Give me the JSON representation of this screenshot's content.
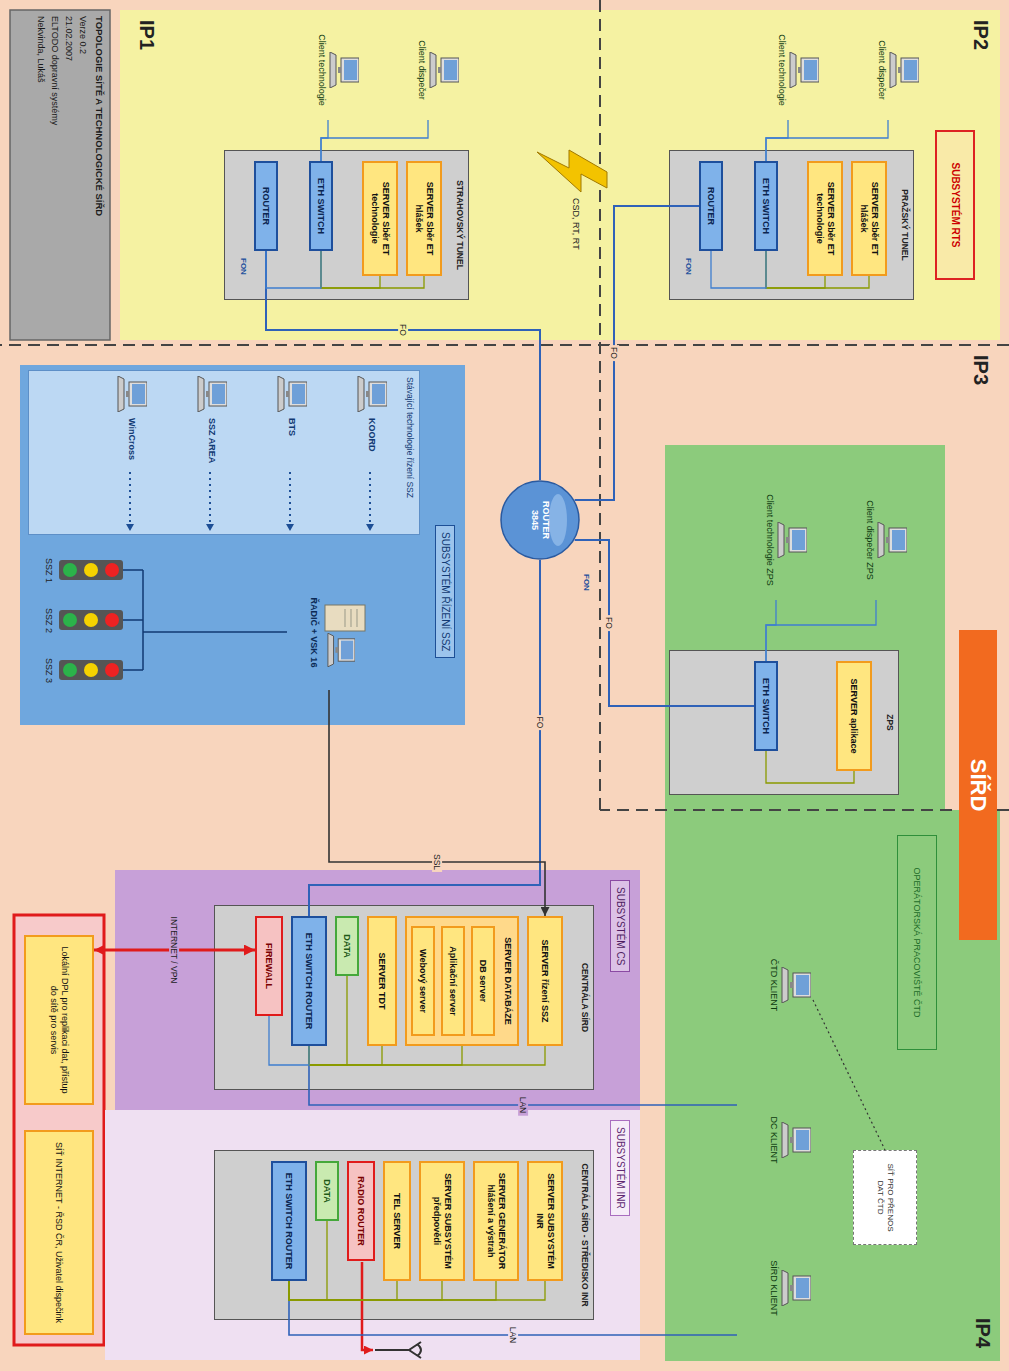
{
  "diagram": {
    "nodes": [
      {
        "text": [
          "SUBSYSTÉM RTS"
        ]
      },
      {
        "text": [
          "PRAŽSKÝ TUNEL"
        ]
      },
      {
        "text": [
          "SERVER Sběr ET hlášek"
        ],
        "in": 1
      },
      {
        "text": [
          "SERVER Sběr ET technologie"
        ],
        "in": 1
      },
      {
        "text": [
          "ETH SWITCH"
        ],
        "in": 1
      },
      {
        "text": [
          "ROUTER"
        ],
        "in": 1
      },
      {
        "text": [
          "Client dispečer"
        ]
      },
      {
        "text": [
          "Client technologie"
        ]
      },
      {
        "text": [
          "STRAHOVSKÝ TUNEL"
        ]
      },
      {
        "text": [
          "SERVER Sběr ET hlášek"
        ],
        "in": 8
      },
      {
        "text": [
          "SERVER Sběr ET technologie"
        ],
        "in": 8
      },
      {
        "text": [
          "ETH SWITCH"
        ],
        "in": 8
      },
      {
        "text": [
          "ROUTER"
        ],
        "in": 8
      },
      {
        "text": [
          "Client dispečer"
        ]
      },
      {
        "text": [
          "Client technologie"
        ]
      },
      {
        "text": [
          "ROUTER 3845"
        ]
      },
      {
        "text": [
          "SÍŘD"
        ]
      },
      {
        "text": [
          "ZPS"
        ]
      },
      {
        "text": [
          "SERVER aplikace"
        ],
        "in": 17
      },
      {
        "text": [
          "ETH SWITCH"
        ],
        "in": 17
      },
      {
        "text": [
          "Client dispečer ZPS"
        ]
      },
      {
        "text": [
          "Client technologie ZPS"
        ]
      },
      {
        "text": [
          "OPERÁTORSKÁ PRACOVIŠTĚ ČTD"
        ]
      },
      {
        "text": [
          "ČTD KLIENT"
        ]
      },
      {
        "text": [
          "SÍŤ PRO PŘENOS DAT ČTD"
        ]
      },
      {
        "text": [
          "DC KLIENT"
        ]
      },
      {
        "text": [
          "SÍRD KLIENT"
        ]
      },
      {
        "text": [
          "SUBSYSTÉM ŘÍZENÍ SSZ"
        ]
      },
      {
        "text": [
          "Stávající technologie řízení SSZ"
        ],
        "in": 27
      },
      {
        "text": [
          "ŘADIČ + VSK 16"
        ],
        "in": 27
      },
      {
        "text": [
          "SUBSYSTÉM CS"
        ]
      },
      {
        "text": [
          "CENTRÁLA SÍRD"
        ],
        "in": 30
      },
      {
        "text": [
          "SERVER řízení SSZ"
        ],
        "in": 31
      },
      {
        "text": [
          "SERVER DATABÁZE"
        ],
        "in": 31
      },
      {
        "text": [
          "DB server"
        ],
        "in": 33
      },
      {
        "text": [
          "Aplikační server"
        ],
        "in": 33
      },
      {
        "text": [
          "Webový server"
        ],
        "in": 33
      },
      {
        "text": [
          "SERVER TDT"
        ],
        "in": 31
      },
      {
        "text": [
          "DATA"
        ],
        "in": 31
      },
      {
        "text": [
          "ETH SWITCH ROUTER"
        ],
        "in": 31
      },
      {
        "text": [
          "FIREWALL"
        ],
        "in": 31
      },
      {
        "text": [
          "SUBSYSTÉM INR"
        ]
      },
      {
        "text": [
          "CENTRÁLA SÍRD - STŘEDISKO INR"
        ],
        "in": 41
      },
      {
        "text": [
          "SERVER SUBSYSTÉM INR"
        ],
        "in": 42
      },
      {
        "text": [
          "SERVER GENERÁTOR hlášení a výstrah"
        ],
        "in": 42
      },
      {
        "text": [
          "SERVER SUBSYSTÉM předpovědi"
        ],
        "in": 42
      },
      {
        "text": [
          "TEL SERVER"
        ],
        "in": 42
      },
      {
        "text": [
          "RADIO ROUTER"
        ],
        "in": 42
      },
      {
        "text": [
          "DATA"
        ],
        "in": 42
      },
      {
        "text": [
          "ETH SWITCH ROUTER"
        ],
        "in": 42
      },
      {
        "text": [
          "Lokální DPL pro replikaci dat, přístup do sítě pro servis"
        ]
      },
      {
        "text": [
          "SÍŤ INTERNET - ŘSD ČR, Uživatel dispečink"
        ]
      }
    ],
    "edges": [
      {
        "from": 5,
        "to": 15,
        "label": "FO",
        "arrow": "none"
      },
      {
        "from": 12,
        "to": 15,
        "label": "FO",
        "arrow": "none"
      },
      {
        "from": 19,
        "to": 15,
        "label": "FO",
        "arrow": "none"
      },
      {
        "from": 15,
        "to": 39,
        "label": "FO",
        "arrow": "none"
      },
      {
        "from": 29,
        "to": 32,
        "label": "SSL",
        "arrow": "to"
      },
      {
        "from": 25,
        "to": 39,
        "label": "LAN",
        "arrow": "none"
      },
      {
        "from": 26,
        "to": 49,
        "label": "LAN",
        "arrow": "none"
      },
      {
        "from": 50,
        "to": 40,
        "label": "INTERNET / VPN",
        "arrow": "both"
      },
      {
        "from": 6,
        "to": 4,
        "arrow": "none"
      },
      {
        "from": 7,
        "to": 4,
        "arrow": "none"
      },
      {
        "from": 2,
        "to": 4,
        "arrow": "none"
      },
      {
        "from": 3,
        "to": 4,
        "arrow": "none"
      },
      {
        "from": 4,
        "to": 5,
        "arrow": "none"
      },
      {
        "from": 13,
        "to": 11,
        "arrow": "none"
      },
      {
        "from": 14,
        "to": 11,
        "arrow": "none"
      },
      {
        "from": 9,
        "to": 11,
        "arrow": "none"
      },
      {
        "from": 10,
        "to": 11,
        "arrow": "none"
      },
      {
        "from": 11,
        "to": 12,
        "arrow": "none"
      },
      {
        "from": 20,
        "to": 19,
        "arrow": "none"
      },
      {
        "from": 21,
        "to": 19,
        "arrow": "none"
      },
      {
        "from": 18,
        "to": 19,
        "arrow": "none"
      },
      {
        "from": 32,
        "to": 39,
        "arrow": "none"
      },
      {
        "from": 33,
        "to": 39,
        "arrow": "none"
      },
      {
        "from": 37,
        "to": 39,
        "arrow": "none"
      },
      {
        "from": 38,
        "to": 39,
        "arrow": "none"
      },
      {
        "from": 39,
        "to": 40,
        "arrow": "none"
      },
      {
        "from": 43,
        "to": 49,
        "arrow": "none"
      },
      {
        "from": 44,
        "to": 49,
        "arrow": "none"
      },
      {
        "from": 45,
        "to": 49,
        "arrow": "none"
      },
      {
        "from": 46,
        "to": 49,
        "arrow": "none"
      },
      {
        "from": 48,
        "to": 49,
        "arrow": "none"
      }
    ],
    "labels": [
      "TOPOLOGIE SÍTĚ A TECHNOLOGICKÉ SÍŘD",
      "Verze 0.2",
      "21.02.2007",
      "ELTODO dopravní systémy",
      "Nekvinda, Lukáš",
      "IP1",
      "IP2",
      "IP3",
      "IP4",
      "CSD, RT, RT",
      "FON",
      "FON",
      "FON",
      "KOORD",
      "BTS",
      "SSZ AREA",
      "WinCross",
      "SSZ 1",
      "SSZ 2",
      "SSZ 3"
    ]
  }
}
